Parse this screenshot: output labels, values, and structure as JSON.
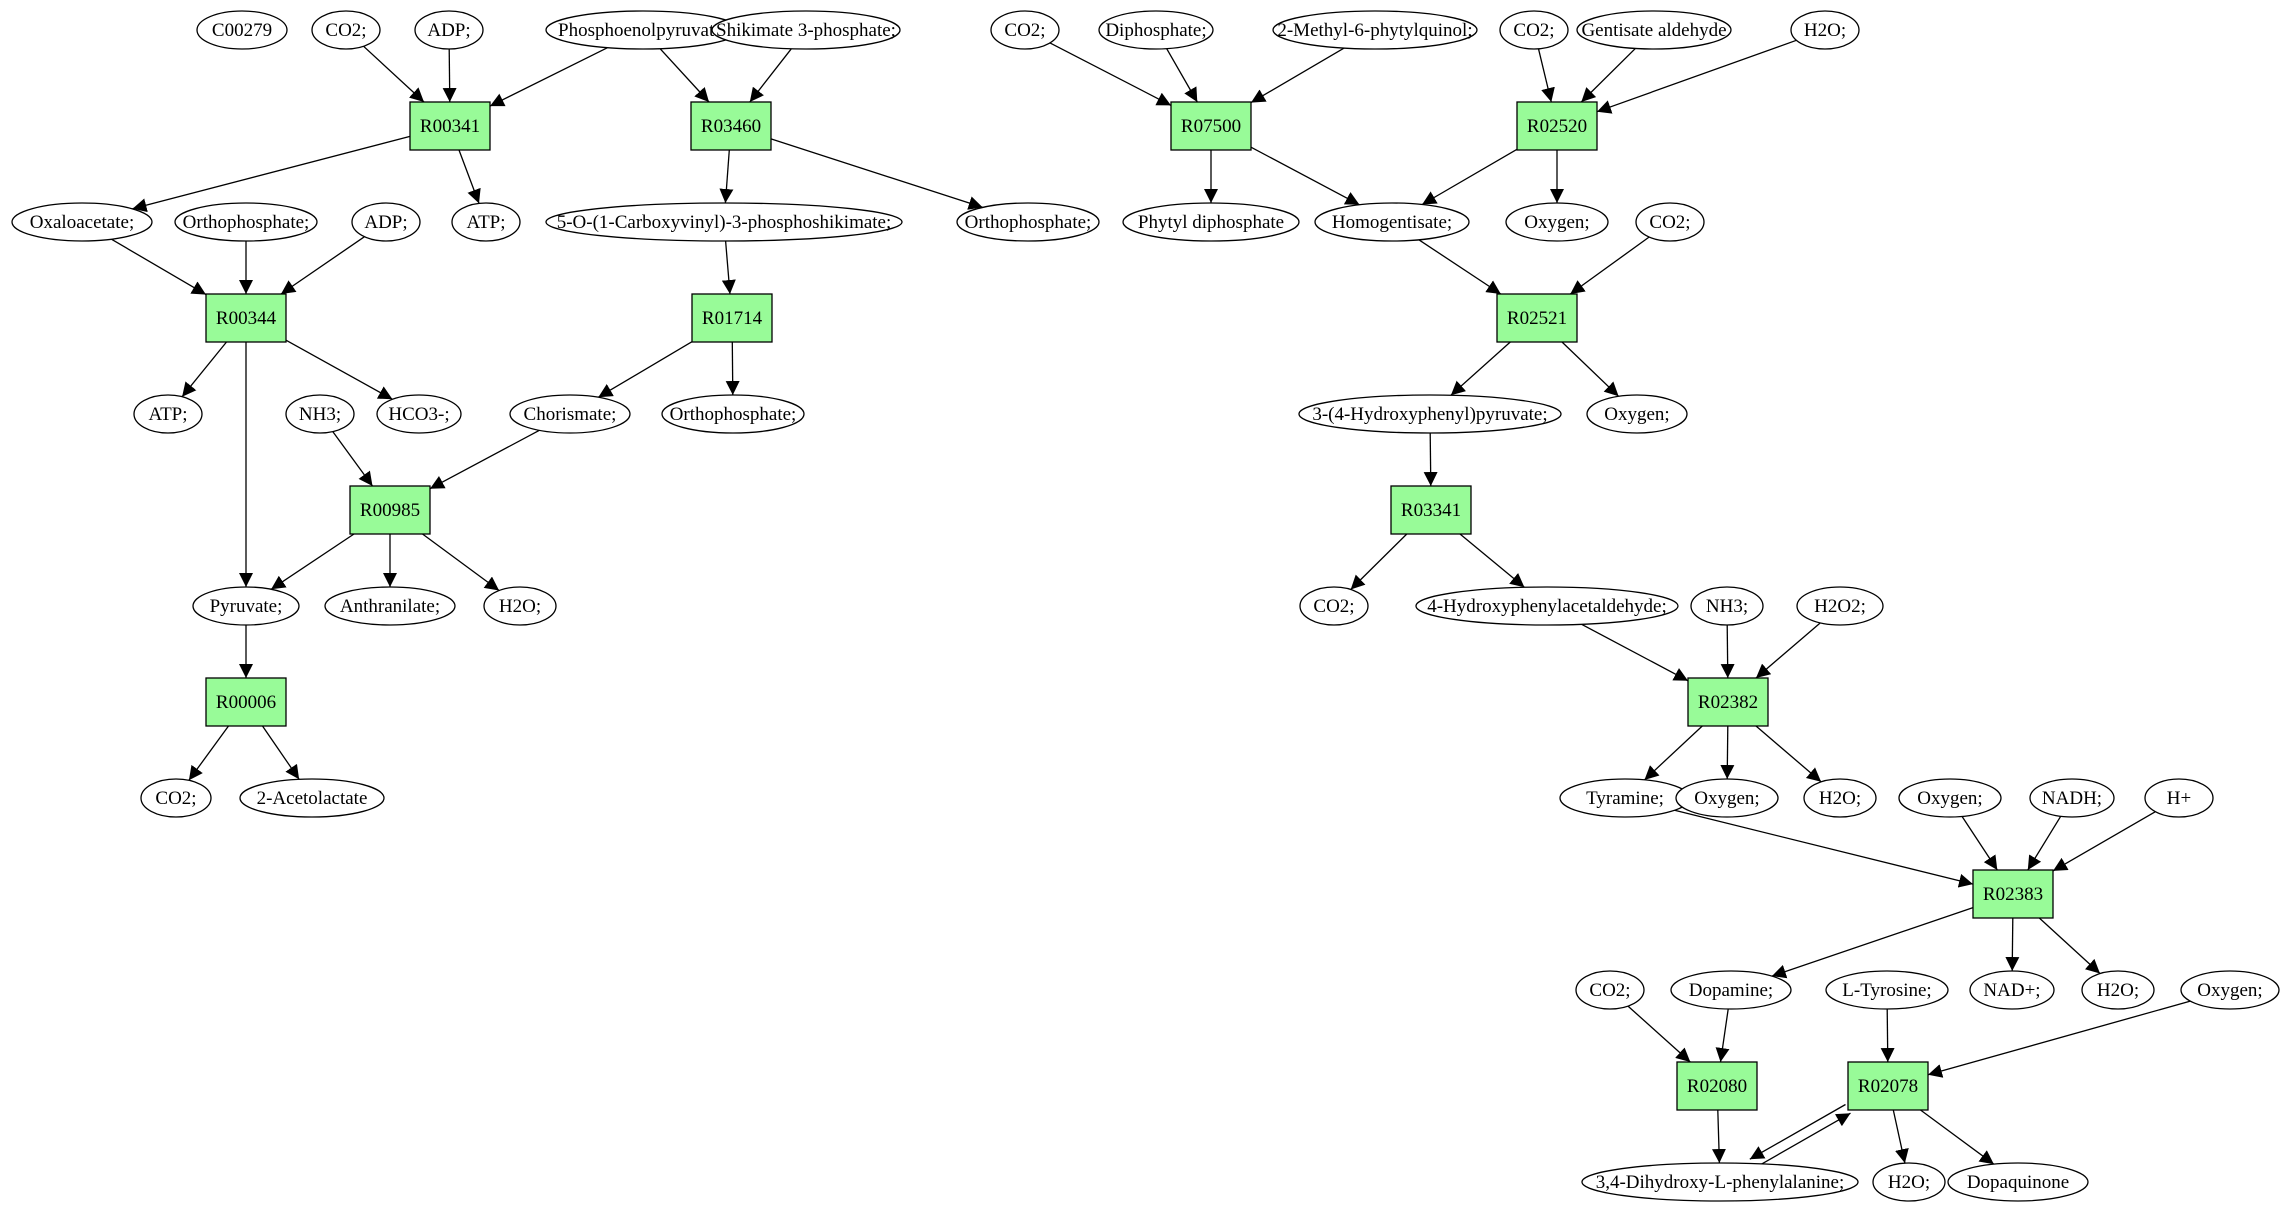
{
  "diagram": {
    "colors": {
      "reaction_fill": "#98fb98",
      "compound_fill": "#ffffff",
      "highlight_green": "#00e600",
      "highlight_yellow": "#ffff00",
      "stroke": "#000000"
    },
    "reactions": [
      {
        "id": "r00341",
        "label": "R00341"
      },
      {
        "id": "r03460",
        "label": "R03460"
      },
      {
        "id": "r07500",
        "label": "R07500"
      },
      {
        "id": "r02520",
        "label": "R02520"
      },
      {
        "id": "r00344",
        "label": "R00344"
      },
      {
        "id": "r01714",
        "label": "R01714"
      },
      {
        "id": "r02521",
        "label": "R02521"
      },
      {
        "id": "r00985",
        "label": "R00985"
      },
      {
        "id": "r03341",
        "label": "R03341"
      },
      {
        "id": "r00006",
        "label": "R00006"
      },
      {
        "id": "r02382",
        "label": "R02382"
      },
      {
        "id": "r02383",
        "label": "R02383"
      },
      {
        "id": "r02080",
        "label": "R02080"
      },
      {
        "id": "r02078",
        "label": "R02078"
      }
    ],
    "compounds": [
      {
        "id": "c00279",
        "label": "C00279",
        "highlight": "green"
      },
      {
        "id": "co2_1",
        "label": "CO2;"
      },
      {
        "id": "adp_1",
        "label": "ADP;"
      },
      {
        "id": "pep",
        "label": "Phosphoenolpyruvate;",
        "highlight": "green"
      },
      {
        "id": "shik3p",
        "label": "Shikimate 3-phosphate;"
      },
      {
        "id": "co2_2",
        "label": "CO2;"
      },
      {
        "id": "diphos",
        "label": "Diphosphate;"
      },
      {
        "id": "mpq",
        "label": "2-Methyl-6-phytylquinol;"
      },
      {
        "id": "co2_3",
        "label": "CO2;"
      },
      {
        "id": "gentis",
        "label": "Gentisate aldehyde"
      },
      {
        "id": "h2o_1",
        "label": "H2O;"
      },
      {
        "id": "oxaloac",
        "label": "Oxaloacetate;"
      },
      {
        "id": "orthop_1",
        "label": "Orthophosphate;"
      },
      {
        "id": "adp_2",
        "label": "ADP;"
      },
      {
        "id": "atp_1",
        "label": "ATP;"
      },
      {
        "id": "epsp",
        "label": "5-O-(1-Carboxyvinyl)-3-phosphoshikimate;"
      },
      {
        "id": "orthop_2",
        "label": "Orthophosphate;"
      },
      {
        "id": "phytyldp",
        "label": "Phytyl diphosphate"
      },
      {
        "id": "homogent",
        "label": "Homogentisate;"
      },
      {
        "id": "oxygen_1",
        "label": "Oxygen;"
      },
      {
        "id": "co2_4",
        "label": "CO2;"
      },
      {
        "id": "atp_2",
        "label": "ATP;"
      },
      {
        "id": "nh3_1",
        "label": "NH3;"
      },
      {
        "id": "hco3",
        "label": "HCO3-;"
      },
      {
        "id": "chorism",
        "label": "Chorismate;"
      },
      {
        "id": "orthop_3",
        "label": "Orthophosphate;"
      },
      {
        "id": "hpp",
        "label": "3-(4-Hydroxyphenyl)pyruvate;"
      },
      {
        "id": "oxygen_2",
        "label": "Oxygen;"
      },
      {
        "id": "pyruvate",
        "label": "Pyruvate;"
      },
      {
        "id": "anthran",
        "label": "Anthranilate;"
      },
      {
        "id": "h2o_2",
        "label": "H2O;"
      },
      {
        "id": "co2_5",
        "label": "CO2;"
      },
      {
        "id": "hpaald",
        "label": "4-Hydroxyphenylacetaldehyde;"
      },
      {
        "id": "nh3_2",
        "label": "NH3;"
      },
      {
        "id": "h2o2",
        "label": "H2O2;"
      },
      {
        "id": "co2_6",
        "label": "CO2;"
      },
      {
        "id": "acetolac",
        "label": "2-Acetolactate"
      },
      {
        "id": "tyramine",
        "label": "Tyramine;"
      },
      {
        "id": "oxygen_3",
        "label": "Oxygen;"
      },
      {
        "id": "h2o_3",
        "label": "H2O;"
      },
      {
        "id": "oxygen_4",
        "label": "Oxygen;"
      },
      {
        "id": "nadh",
        "label": "NADH;"
      },
      {
        "id": "hplus",
        "label": "H+"
      },
      {
        "id": "co2_7",
        "label": "CO2;"
      },
      {
        "id": "dopamine",
        "label": "Dopamine;"
      },
      {
        "id": "ltyr",
        "label": "L-Tyrosine;",
        "highlight": "yellow"
      },
      {
        "id": "nadplus",
        "label": "NAD+;"
      },
      {
        "id": "h2o_4",
        "label": "H2O;"
      },
      {
        "id": "oxygen_5",
        "label": "Oxygen;"
      },
      {
        "id": "ldopa",
        "label": "3,4-Dihydroxy-L-phenylalanine;"
      },
      {
        "id": "h2o_5",
        "label": "H2O;"
      },
      {
        "id": "dopaq",
        "label": "Dopaquinone"
      }
    ],
    "edges": [
      {
        "from": "co2_1",
        "to": "r00341"
      },
      {
        "from": "adp_1",
        "to": "r00341"
      },
      {
        "from": "pep",
        "to": "r00341"
      },
      {
        "from": "pep",
        "to": "r03460"
      },
      {
        "from": "shik3p",
        "to": "r03460"
      },
      {
        "from": "co2_2",
        "to": "r07500"
      },
      {
        "from": "diphos",
        "to": "r07500"
      },
      {
        "from": "mpq",
        "to": "r07500"
      },
      {
        "from": "co2_3",
        "to": "r02520"
      },
      {
        "from": "gentis",
        "to": "r02520"
      },
      {
        "from": "h2o_1",
        "to": "r02520"
      },
      {
        "from": "r00341",
        "to": "oxaloac"
      },
      {
        "from": "r00341",
        "to": "atp_1"
      },
      {
        "from": "r03460",
        "to": "epsp"
      },
      {
        "from": "r03460",
        "to": "orthop_2"
      },
      {
        "from": "r07500",
        "to": "phytyldp"
      },
      {
        "from": "r07500",
        "to": "homogent"
      },
      {
        "from": "r02520",
        "to": "homogent"
      },
      {
        "from": "r02520",
        "to": "oxygen_1"
      },
      {
        "from": "oxaloac",
        "to": "r00344"
      },
      {
        "from": "orthop_1",
        "to": "r00344"
      },
      {
        "from": "adp_2",
        "to": "r00344"
      },
      {
        "from": "epsp",
        "to": "r01714"
      },
      {
        "from": "homogent",
        "to": "r02521"
      },
      {
        "from": "co2_4",
        "to": "r02521"
      },
      {
        "from": "r00344",
        "to": "atp_2"
      },
      {
        "from": "r00344",
        "to": "hco3"
      },
      {
        "from": "r00344",
        "to": "pyruvate"
      },
      {
        "from": "r01714",
        "to": "chorism"
      },
      {
        "from": "r01714",
        "to": "orthop_3"
      },
      {
        "from": "r02521",
        "to": "hpp"
      },
      {
        "from": "r02521",
        "to": "oxygen_2"
      },
      {
        "from": "nh3_1",
        "to": "r00985"
      },
      {
        "from": "chorism",
        "to": "r00985"
      },
      {
        "from": "hpp",
        "to": "r03341"
      },
      {
        "from": "r00985",
        "to": "pyruvate"
      },
      {
        "from": "r00985",
        "to": "anthran"
      },
      {
        "from": "r00985",
        "to": "h2o_2"
      },
      {
        "from": "r03341",
        "to": "co2_5"
      },
      {
        "from": "r03341",
        "to": "hpaald"
      },
      {
        "from": "pyruvate",
        "to": "r00006"
      },
      {
        "from": "hpaald",
        "to": "r02382"
      },
      {
        "from": "nh3_2",
        "to": "r02382"
      },
      {
        "from": "h2o2",
        "to": "r02382"
      },
      {
        "from": "r00006",
        "to": "co2_6"
      },
      {
        "from": "r00006",
        "to": "acetolac"
      },
      {
        "from": "r02382",
        "to": "tyramine"
      },
      {
        "from": "r02382",
        "to": "oxygen_3"
      },
      {
        "from": "r02382",
        "to": "h2o_3"
      },
      {
        "from": "tyramine",
        "to": "r02383"
      },
      {
        "from": "oxygen_4",
        "to": "r02383"
      },
      {
        "from": "nadh",
        "to": "r02383"
      },
      {
        "from": "hplus",
        "to": "r02383"
      },
      {
        "from": "r02383",
        "to": "dopamine"
      },
      {
        "from": "r02383",
        "to": "nadplus"
      },
      {
        "from": "r02383",
        "to": "h2o_4"
      },
      {
        "from": "co2_7",
        "to": "r02080"
      },
      {
        "from": "dopamine",
        "to": "r02080"
      },
      {
        "from": "ltyr",
        "to": "r02078"
      },
      {
        "from": "oxygen_5",
        "to": "r02078"
      },
      {
        "from": "r02080",
        "to": "ldopa"
      },
      {
        "from": "r02078",
        "to": "ldopa",
        "offset": 5
      },
      {
        "from": "ldopa",
        "to": "r02078",
        "offset": 5
      },
      {
        "from": "r02078",
        "to": "h2o_5"
      },
      {
        "from": "r02078",
        "to": "dopaq"
      }
    ]
  }
}
